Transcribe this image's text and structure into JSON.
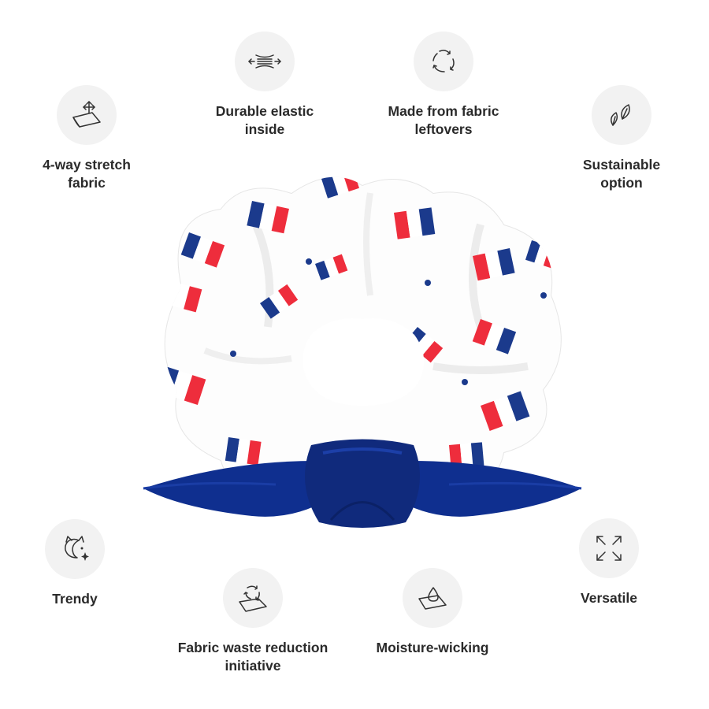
{
  "features": [
    {
      "id": "stretch",
      "label": "4-way stretch\nfabric",
      "icon": "stretch-fabric-icon"
    },
    {
      "id": "elastic",
      "label": "Durable elastic\ninside",
      "icon": "elastic-icon"
    },
    {
      "id": "leftovers",
      "label": "Made from fabric\nleftovers",
      "icon": "recycle-icon"
    },
    {
      "id": "sustainable",
      "label": "Sustainable\noption",
      "icon": "leaf-icon"
    },
    {
      "id": "trendy",
      "label": "Trendy",
      "icon": "trendy-cat-icon"
    },
    {
      "id": "waste",
      "label": "Fabric waste reduction\ninitiative",
      "icon": "fabric-recycle-icon"
    },
    {
      "id": "moisture",
      "label": "Moisture-wicking",
      "icon": "water-drop-icon"
    },
    {
      "id": "versatile",
      "label": "Versatile",
      "icon": "expand-arrows-icon"
    }
  ],
  "colors": {
    "bow_blue": "#0f2f8f",
    "flag_blue": "#1b3a8c",
    "flag_red": "#ee2d3c",
    "fabric_white": "#ffffff",
    "icon_bg": "#f2f2f2",
    "text": "#2a2a2a"
  }
}
